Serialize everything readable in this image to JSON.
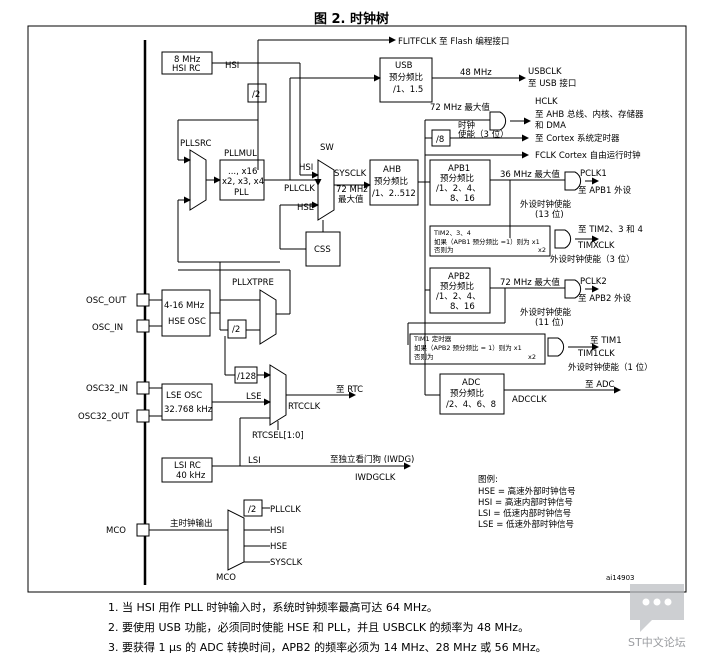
{
  "figure": {
    "title": "图 2. 时钟树",
    "diagram_id": "ai14903"
  },
  "sources": {
    "hsi_rc": [
      "8 MHz",
      "HSI RC"
    ],
    "hse_osc": [
      "4-16 MHz",
      "HSE OSC"
    ],
    "lse_osc": [
      "LSE OSC",
      "32.768 kHz"
    ],
    "lsi_rc": [
      "LSI RC",
      "40 kHz"
    ]
  },
  "pins": {
    "osc_out": "OSC_OUT",
    "osc_in": "OSC_IN",
    "osc32_in": "OSC32_IN",
    "osc32_out": "OSC32_OUT",
    "mco": "MCO"
  },
  "signals": {
    "hsi": "HSI",
    "hse": "HSE",
    "lse": "LSE",
    "lsi": "LSI",
    "pllclk": "PLLCLK",
    "sysclk": "SYSCLK",
    "sw": "SW",
    "pllsrc": "PLLSRC",
    "pllxtpre": "PLLXTPRE",
    "rtcsel": "RTCSEL[1:0]",
    "rtcclk": "RTCCLK",
    "iwdgclk": "IWDGCLK",
    "mco_label": "主时钟输出",
    "pll_mul": "PLLMUL",
    "pll_box": [
      "..., x16",
      "x2, x3, x4",
      "PLL"
    ],
    "div2": "/2",
    "div8": "/8",
    "div128": "/128",
    "css": "CSS",
    "mco_mux_label": "MCO",
    "max72": [
      "72 MHz",
      "最大值"
    ]
  },
  "outputs": {
    "flitf": "FLITFCLK 至 Flash 编程接口",
    "usb_freq": "48 MHz",
    "usbclk": "USBCLK",
    "usb_target": "至 USB 接口",
    "usb_box": [
      "USB",
      "预分频比",
      "/1、1.5"
    ],
    "ahb_box": [
      "AHB",
      "预分频比",
      "/1、2..512"
    ],
    "hclk_max": "72 MHz 最大值",
    "hclk": "HCLK",
    "hclk_target": [
      "至 AHB 总线、内核、存储器",
      "和 DMA"
    ],
    "clock_enable": [
      "时钟",
      "使能（3 位）"
    ],
    "cortex_timer": "至 Cortex 系统定时器",
    "fclk": "FCLK Cortex 自由运行时钟",
    "apb1_box": [
      "APB1",
      "预分频比",
      "/1、2、4、",
      "8、16"
    ],
    "apb1_max": "36 MHz 最大值",
    "pclk1": "PCLK1",
    "pclk1_target": "至 APB1 外设",
    "periph_enable_13": [
      "外设时钟使能",
      "(13 位)"
    ],
    "tim_note_1": [
      "TIM2、3、4",
      "如果（APB1 预分频比 =1）则为 x1",
      "否则为",
      "x2"
    ],
    "timx_target": "至 TIM2、3 和 4",
    "timxclk": "TIMXCLK",
    "periph_enable_3": "外设时钟使能（3 位）",
    "apb2_box": [
      "APB2",
      "预分频比",
      "/1、2、4、",
      "8、16"
    ],
    "apb2_max": "72 MHz 最大值",
    "pclk2": "PCLK2",
    "pclk2_target": "至 APB2 外设",
    "periph_enable_11": [
      "外设时钟使能",
      "(11 位)"
    ],
    "tim1_note": [
      "TIM1 定时器",
      "如果（APB2 预分频比 = 1）则为 x1",
      "否则为",
      "x2"
    ],
    "tim1_target": "至 TIM1",
    "tim1clk": "TIM1CLK",
    "periph_enable_1": "外设时钟使能（1 位）",
    "adc_box": [
      "ADC",
      "预分频比",
      "/2、4、6、8"
    ],
    "adcclk": "ADCCLK",
    "adc_target": "至 ADC",
    "rtc_target": "至 RTC",
    "iwdg_target": "至独立看门狗 (IWDG)"
  },
  "legend": {
    "title": "图例:",
    "items": [
      "HSE = 高速外部时钟信号",
      "HSI = 高速内部时钟信号",
      "LSI = 低速内部时钟信号",
      "LSE = 低速外部时钟信号"
    ]
  },
  "notes": [
    "1.   当 HSI 用作 PLL 时钟输入时，系统时钟频率最高可达 64 MHz。",
    "2.   要使用 USB 功能，必须同时使能 HSE 和 PLL，并且 USBCLK 的频率为 48 MHz。",
    "3.   要获得 1 µs 的 ADC 转换时间，APB2 的频率必须为 14 MHz、28 MHz 或 56 MHz。"
  ],
  "watermark": "ST中文论坛",
  "colors": {
    "line": "#000000",
    "watermark": "#9a9ca0"
  }
}
